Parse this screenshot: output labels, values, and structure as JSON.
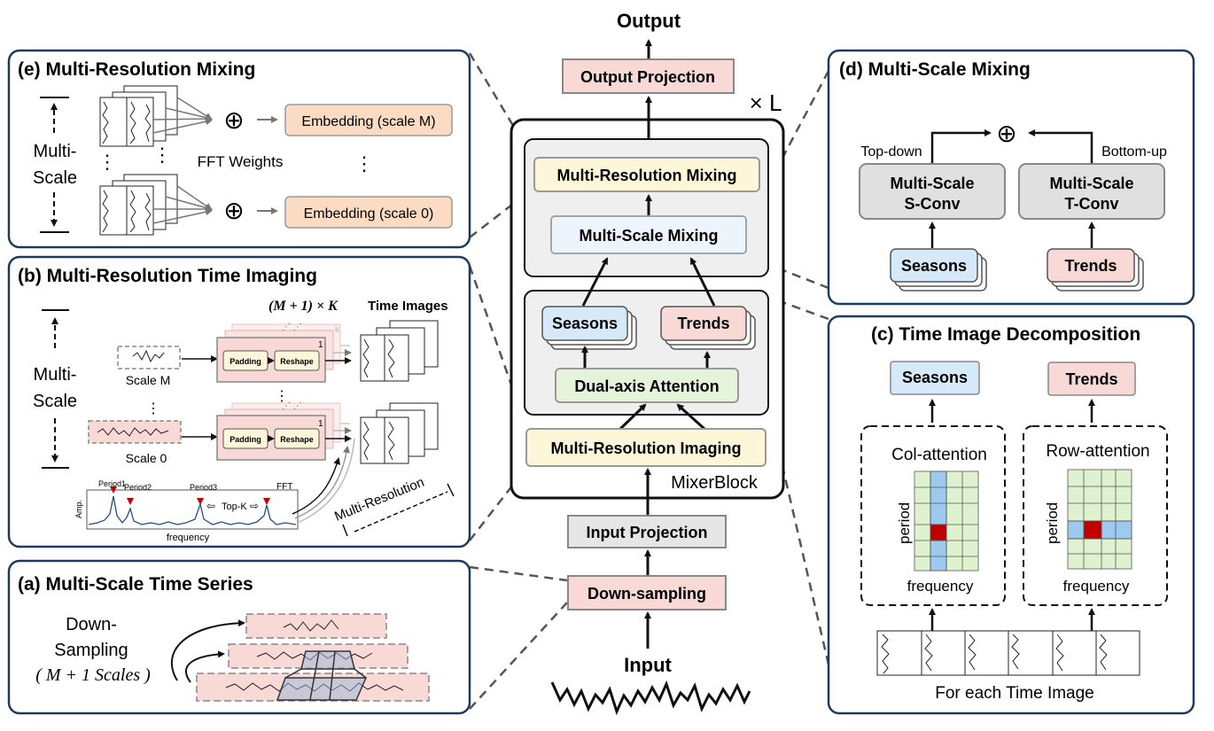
{
  "center": {
    "output": "Output",
    "output_projection": "Output Projection",
    "times_l": "× L",
    "multi_resolution_mixing": "Multi-Resolution Mixing",
    "multi_scale_mixing": "Multi-Scale Mixing",
    "seasons": "Seasons",
    "trends": "Trends",
    "dual_axis_attention": "Dual-axis Attention",
    "multi_resolution_imaging": "Multi-Resolution Imaging",
    "mixer_block": "MixerBlock",
    "input_projection": "Input Projection",
    "down_sampling": "Down-sampling",
    "input": "Input"
  },
  "panel_e": {
    "title": "(e) Multi-Resolution Mixing",
    "multi": "Multi-",
    "scale": "Scale",
    "fft_weights": "FFT Weights",
    "embedding_m": "Embedding (scale M)",
    "embedding_0": "Embedding (scale 0)"
  },
  "panel_b": {
    "title": "(b) Multi-Resolution Time Imaging",
    "images_label": "(M + 1) × K",
    "time_images": "Time Images",
    "multi": "Multi-",
    "scale": "Scale",
    "scale_m": "Scale M",
    "scale_0": "Scale 0",
    "padding": "Padding",
    "reshape": "Reshape",
    "one": "1",
    "k": "k",
    "period1": "Period1",
    "period2": "Period2",
    "period3": "Period3",
    "fft": "FFT",
    "top_k": "Top-K",
    "amp": "Amp.",
    "frequency": "frequency",
    "multi_resolution": "Multi-Resolution"
  },
  "panel_a": {
    "title": "(a) Multi-Scale Time Series",
    "down": "Down-",
    "sampling": "Sampling",
    "scales": "( M + 1 Scales )"
  },
  "panel_d": {
    "title": "(d) Multi-Scale Mixing",
    "top_down": "Top-down",
    "bottom_up": "Bottom-up",
    "s_conv_1": "Multi-Scale",
    "s_conv_2": "S-Conv",
    "t_conv_1": "Multi-Scale",
    "t_conv_2": "T-Conv",
    "seasons": "Seasons",
    "trends": "Trends"
  },
  "panel_c": {
    "title": "(c) Time Image Decomposition",
    "seasons": "Seasons",
    "trends": "Trends",
    "col_attention": "Col-attention",
    "row_attention": "Row-attention",
    "period": "period",
    "frequency": "frequency",
    "for_each": "For each Time Image"
  },
  "colors": {
    "panel_border": "#1f3a5f",
    "pink_box": "#f9d9d6",
    "yellow_box": "#fdf6d8",
    "blue_box": "#d6e9f8",
    "green_box": "#e4f3d9",
    "gray_box": "#e6e6e6",
    "orange_box": "#fbdcc3",
    "highlight_red": "#c00000",
    "grid_green": "#dff2d0",
    "grid_blue": "#9ec9ee"
  }
}
